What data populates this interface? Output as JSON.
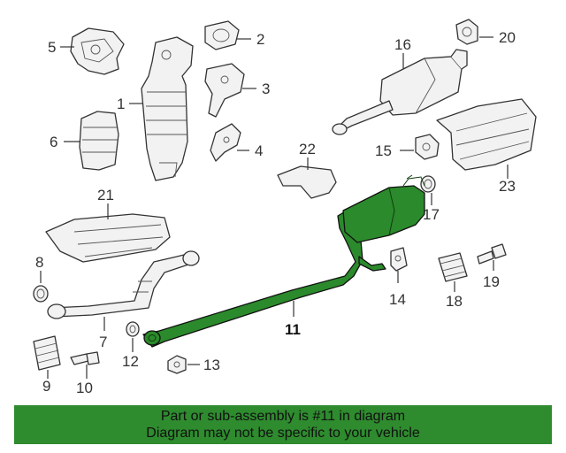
{
  "colors": {
    "highlight": "#2b8a2b",
    "banner": "#2e8b2e",
    "line": "#333333"
  },
  "callouts": [
    "1",
    "2",
    "3",
    "4",
    "5",
    "6",
    "7",
    "8",
    "9",
    "10",
    "11",
    "12",
    "13",
    "14",
    "15",
    "16",
    "17",
    "18",
    "19",
    "20",
    "21",
    "22",
    "23"
  ],
  "highlighted_part": "11",
  "banner": {
    "line1": "Part or sub-assembly is #11 in diagram",
    "line2": "Diagram may not be specific to your vehicle"
  }
}
